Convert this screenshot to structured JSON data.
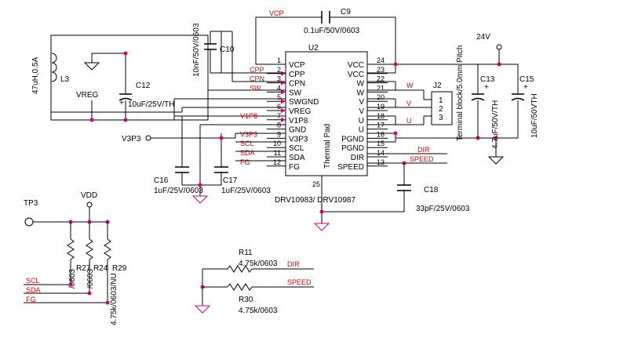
{
  "ic": {
    "ref": "U2",
    "part": "DRV10983/ DRV10987",
    "thermal_pad": "Thermal Pad",
    "left_pins": [
      {
        "num": "1",
        "name": "VCP"
      },
      {
        "num": "2",
        "name": "CPP"
      },
      {
        "num": "3",
        "name": "CPN"
      },
      {
        "num": "4",
        "name": "SW"
      },
      {
        "num": "5",
        "name": "SWGND"
      },
      {
        "num": "6",
        "name": "VREG"
      },
      {
        "num": "7",
        "name": "V1P8"
      },
      {
        "num": "8",
        "name": "GND"
      },
      {
        "num": "9",
        "name": "V3P3"
      },
      {
        "num": "10",
        "name": "SCL"
      },
      {
        "num": "11",
        "name": "SDA"
      },
      {
        "num": "12",
        "name": "FG"
      }
    ],
    "right_pins": [
      {
        "num": "24",
        "name": "VCC"
      },
      {
        "num": "23",
        "name": "VCC"
      },
      {
        "num": "22",
        "name": "W"
      },
      {
        "num": "21",
        "name": "W"
      },
      {
        "num": "20",
        "name": "V"
      },
      {
        "num": "19",
        "name": "V"
      },
      {
        "num": "18",
        "name": "U"
      },
      {
        "num": "17",
        "name": "U"
      },
      {
        "num": "16",
        "name": "PGND"
      },
      {
        "num": "15",
        "name": "PGND"
      },
      {
        "num": "14",
        "name": "DIR"
      },
      {
        "num": "13",
        "name": "SPEED"
      }
    ],
    "bottom_pin": "25"
  },
  "left_net_labels": [
    "CPP",
    "CPN",
    "SW",
    "",
    "",
    "V1P8",
    "",
    "V3P3",
    "SCL",
    "SDA",
    "FG"
  ],
  "right_net_labels": {
    "w": "W",
    "v": "V",
    "u": "U",
    "dir": "DIR",
    "speed": "SPEED"
  },
  "vcp_label": "VCP",
  "c9": {
    "ref": "C9",
    "value": "0.1uF/50V/0603"
  },
  "c10": {
    "ref": "C10",
    "value": "10nF/50V/0603"
  },
  "l3": {
    "ref": "L3",
    "value": "47uH,0.5A"
  },
  "vreg": "VREG",
  "c12": {
    "ref": "C12",
    "value": "10uF/25V/TH"
  },
  "v3p3_port": "V3P3",
  "c16": {
    "ref": "C16",
    "value": "1uF/25V/0603"
  },
  "c17": {
    "ref": "C17",
    "value": "1uF/25V/0603"
  },
  "c18": {
    "ref": "C18",
    "value": "33pF/25V/0603"
  },
  "j2": {
    "ref": "J2",
    "pins": [
      "1",
      "2",
      "3"
    ],
    "value": "Terminal block/5.0mm Pitch"
  },
  "c13": {
    "ref": "C13",
    "value": "4.7uF/50V/TH"
  },
  "c15": {
    "ref": "C15",
    "value": "10uF/50VTH"
  },
  "v24": "24V",
  "tp3": "TP3",
  "vdd": "VDD",
  "pullups": {
    "r27": {
      "ref": "R27",
      "value": "/0603"
    },
    "r24": {
      "ref": "R24",
      "value": "/0603"
    },
    "r29": {
      "ref": "R29",
      "value": "4.75k/0603/NU"
    },
    "scl": "SCL",
    "sda": "SDA",
    "fg": "FG"
  },
  "r11": {
    "ref": "R11",
    "value": "4.75k/0603",
    "net": "DIR"
  },
  "r30": {
    "ref": "R30",
    "value": "4.75k/0603",
    "net": "SPEED"
  },
  "polarity_plus": "+"
}
